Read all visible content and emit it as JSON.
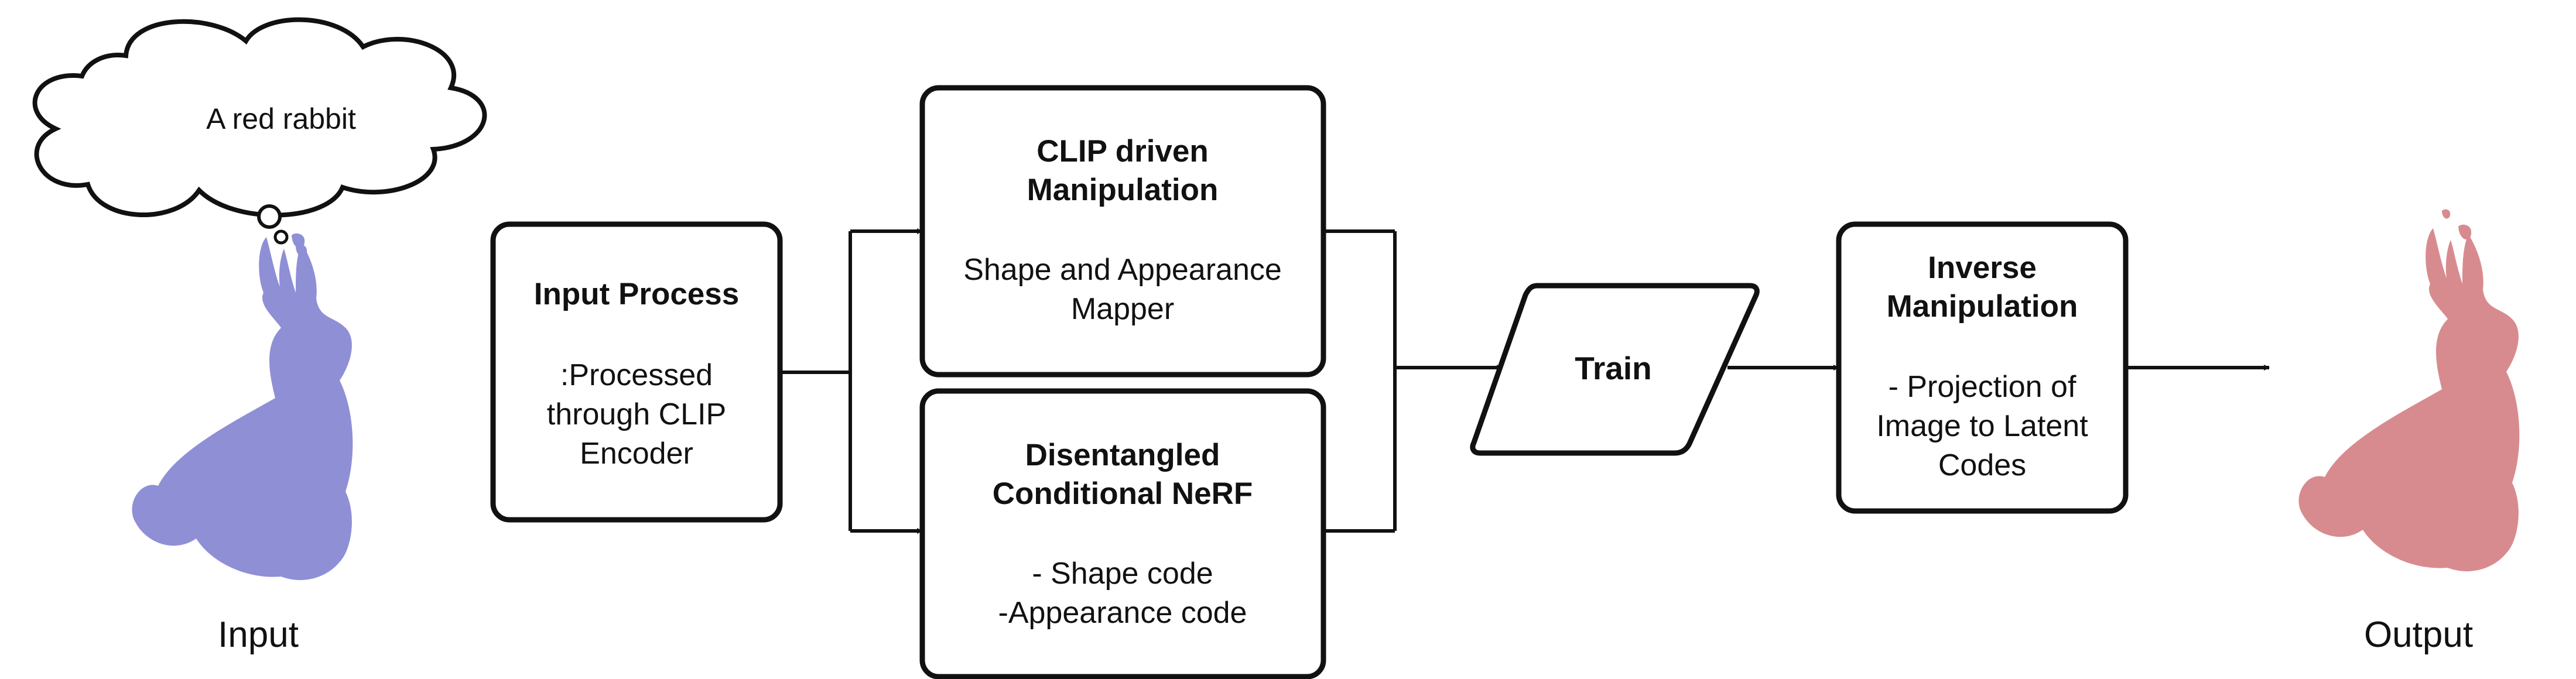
{
  "input": {
    "thought": "A red rabbit",
    "caption": "Input",
    "model_color": "#8f8fd6"
  },
  "output": {
    "caption": "Output",
    "model_color": "#d88b8f"
  },
  "input_process": {
    "title": "Input Process",
    "desc_lines": [
      ":Processed",
      "through CLIP",
      "Encoder"
    ]
  },
  "clip_manip": {
    "title_lines": [
      "CLIP driven",
      "Manipulation"
    ],
    "desc_lines": [
      "Shape and Appearance",
      "Mapper"
    ]
  },
  "nerf": {
    "title_lines": [
      "Disentangled",
      "Conditional NeRF"
    ],
    "desc_lines": [
      "- Shape code",
      "-Appearance code"
    ]
  },
  "train": {
    "label": "Train"
  },
  "inverse": {
    "title_lines": [
      "Inverse",
      "Manipulation"
    ],
    "desc_lines": [
      "- Projection of",
      "Image to Latent",
      "Codes"
    ]
  }
}
